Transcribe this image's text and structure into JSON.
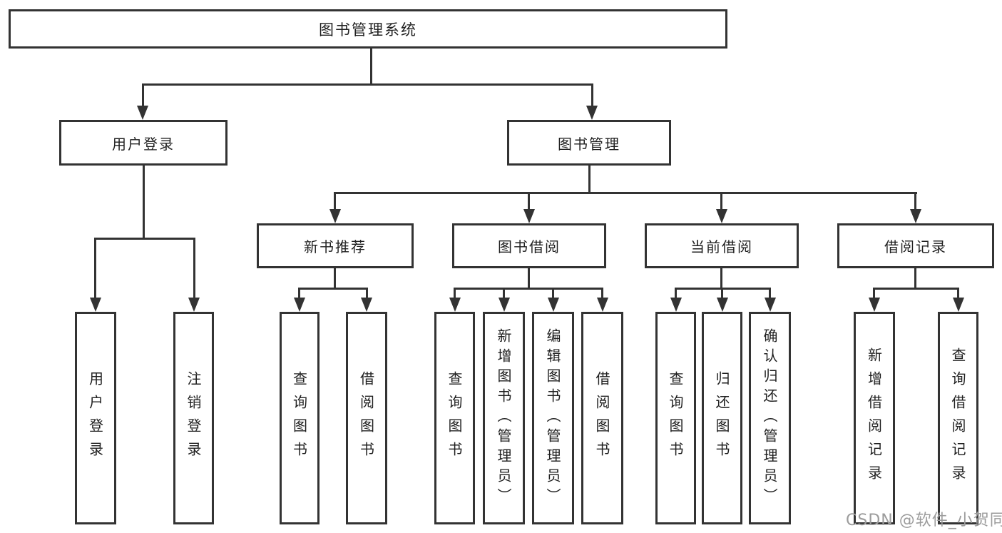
{
  "tree": {
    "root": {
      "label": "图书管理系统"
    },
    "branches": [
      {
        "label": "用户登录",
        "children": [
          {
            "label": "用户登录"
          },
          {
            "label": "注销登录"
          }
        ]
      },
      {
        "label": "图书管理",
        "groups": [
          {
            "label": "新书推荐",
            "children": [
              {
                "label": "查询图书"
              },
              {
                "label": "借阅图书"
              }
            ]
          },
          {
            "label": "图书借阅",
            "children": [
              {
                "label": "查询图书"
              },
              {
                "label": "新增图书（管理员）"
              },
              {
                "label": "编辑图书（管理员）"
              },
              {
                "label": "借阅图书"
              }
            ]
          },
          {
            "label": "当前借阅",
            "children": [
              {
                "label": "查询图书"
              },
              {
                "label": "归还图书"
              },
              {
                "label": "确认归还（管理员）"
              }
            ]
          },
          {
            "label": "借阅记录",
            "children": [
              {
                "label": "新增借阅记录"
              },
              {
                "label": "查询借阅记录"
              }
            ]
          }
        ]
      }
    ]
  },
  "watermark": {
    "text": "CSDN @软件_小贺同学"
  },
  "colors": {
    "line": "#333333",
    "box_border": "#333333",
    "text": "#1f1f1f",
    "watermark": "#9c9c9c",
    "background": "#ffffff"
  }
}
